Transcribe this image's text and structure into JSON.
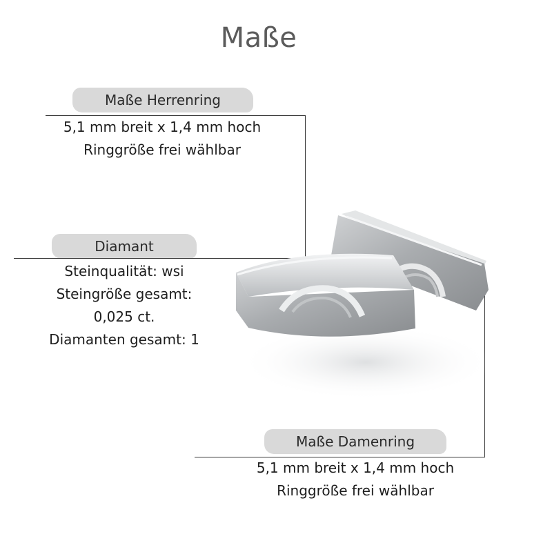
{
  "title": "Maße",
  "herrenring": {
    "label": "Maße Herrenring",
    "lines": [
      "5,1 mm breit x 1,4 mm hoch",
      "Ringgröße frei wählbar"
    ]
  },
  "diamant": {
    "label": "Diamant",
    "lines": [
      "Steinqualität: wsi",
      "Steingröße gesamt:",
      "0,025 ct.",
      "Diamanten gesamt: 1"
    ]
  },
  "damenring": {
    "label": "Maße Damenring",
    "lines": [
      "5,1 mm breit x 1,4 mm hoch",
      "Ringgröße frei wählbar"
    ]
  },
  "colors": {
    "pill": "#d9d9d9",
    "line": "#3a3a3a",
    "title": "#5b5b5b"
  }
}
